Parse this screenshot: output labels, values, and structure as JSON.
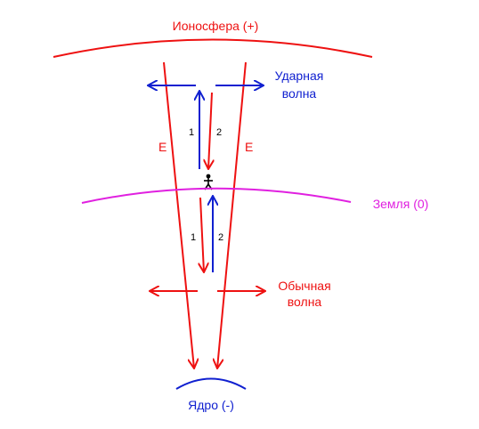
{
  "colors": {
    "red": "#ee1111",
    "blue": "#1020d0",
    "magenta": "#e020e0",
    "black": "#000000"
  },
  "labels": {
    "ionosphere": "Ионосфера (+)",
    "shock_wave_line1": "Ударная",
    "shock_wave_line2": "волна",
    "field_left": "E",
    "field_right": "E",
    "earth": "Земля (0)",
    "normal_wave_line1": "Обычная",
    "normal_wave_line2": "волна",
    "core": "Ядро (-)",
    "upper_left_number": "1",
    "upper_right_number": "2",
    "lower_left_number": "1",
    "lower_right_number": "2"
  },
  "icons": {
    "person": "person-icon"
  }
}
